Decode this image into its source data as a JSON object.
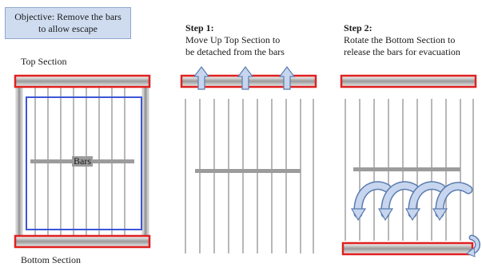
{
  "objective": {
    "line1": "Objective: Remove the bars",
    "line2": "to allow escape"
  },
  "panel_left": {
    "top_label": "Top Section",
    "bars_label": "Bars",
    "bottom_label": "Bottom Section"
  },
  "step1": {
    "title": "Step 1:",
    "line1": "Move Up Top Section to",
    "line2": "be detached from the bars"
  },
  "step2": {
    "title": "Step 2:",
    "line1": "Rotate the Bottom Section to",
    "line2": "release the bars for evacuation"
  },
  "colors": {
    "highlight_red": "#e02020",
    "highlight_blue": "#3a56d8",
    "arrow_fill": "#c7d6ee",
    "arrow_stroke": "#5a7bb0",
    "objective_bg": "#cfdcf0"
  }
}
